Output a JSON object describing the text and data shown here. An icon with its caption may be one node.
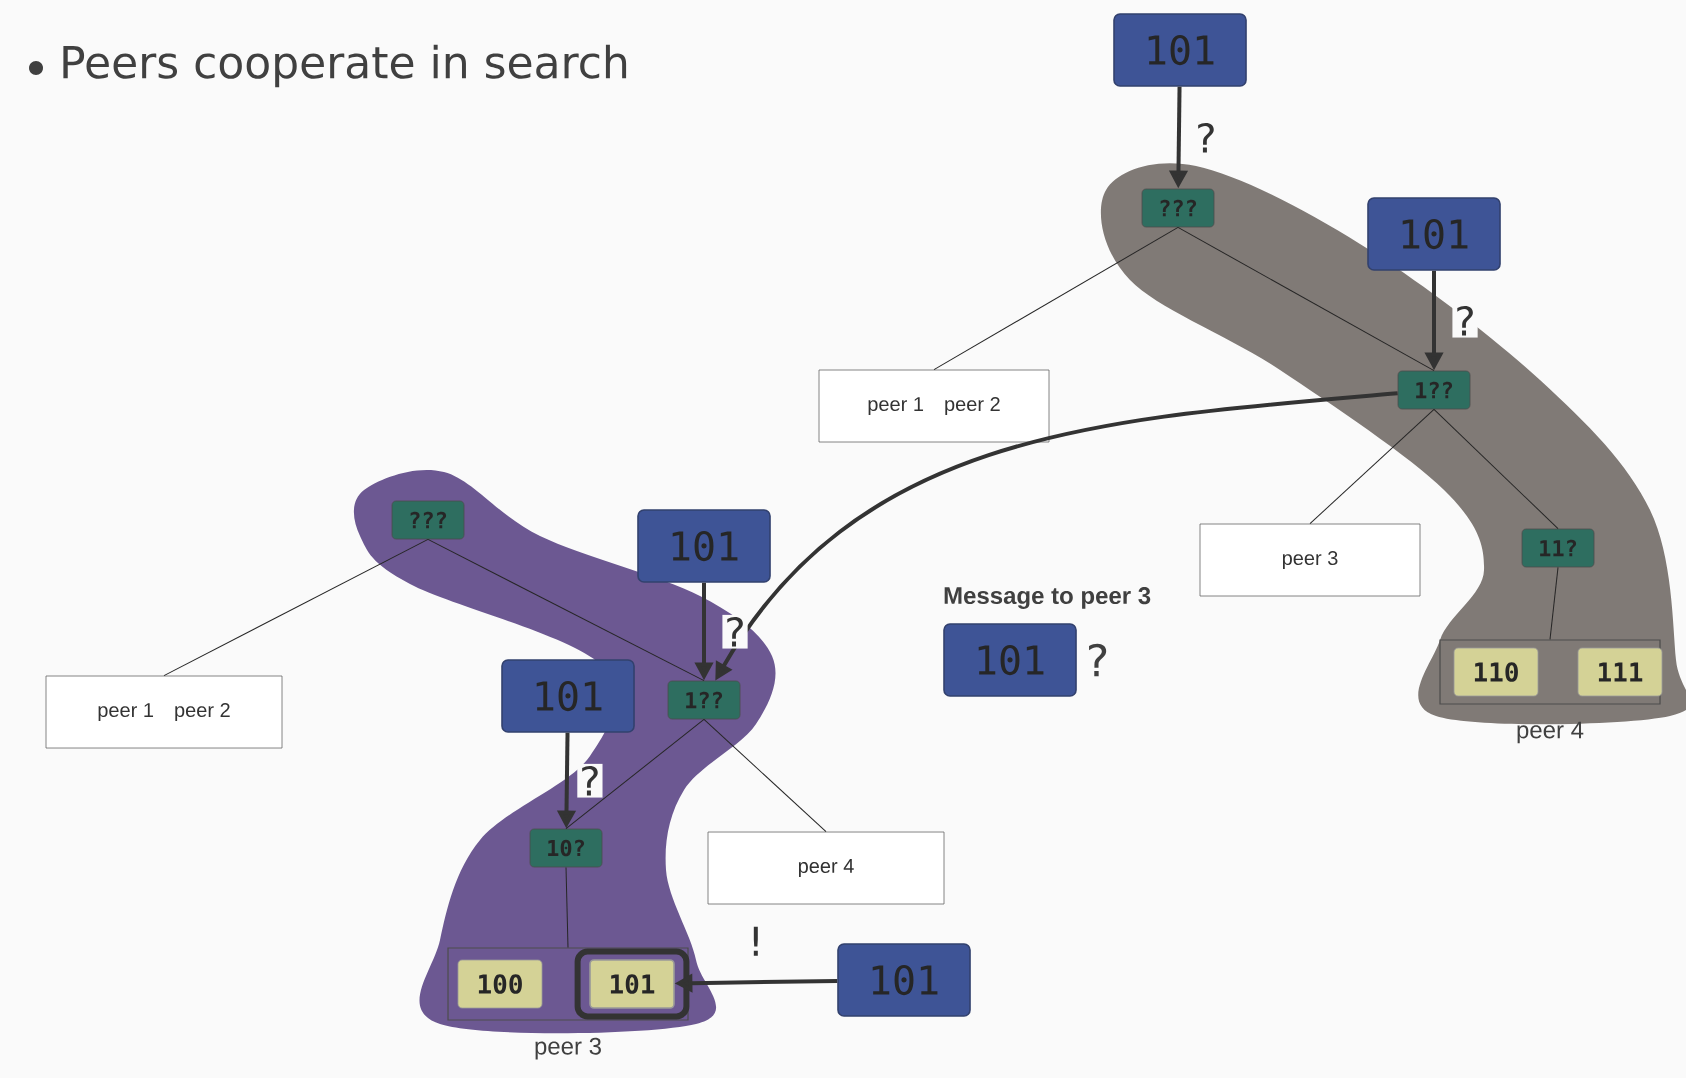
{
  "diagram": {
    "title": "Peers cooperate in search",
    "nodes": [
      {
        "text": [
          "101"
        ]
      },
      {
        "text": [
          "???"
        ]
      },
      {
        "text": [
          "101"
        ]
      },
      {
        "text": [
          "1??"
        ]
      },
      {
        "text": [
          "peer 1",
          "peer 2"
        ]
      },
      {
        "text": [
          "peer 3"
        ]
      },
      {
        "text": [
          "11?"
        ]
      },
      {
        "text": [],
        "shape": "box",
        "beside": [
          "peer 4"
        ]
      },
      {
        "text": [
          "110"
        ],
        "in": 7
      },
      {
        "text": [
          "111"
        ],
        "in": 7
      },
      {
        "text": [
          "???"
        ]
      },
      {
        "text": [
          "101"
        ]
      },
      {
        "text": [
          "1??"
        ]
      },
      {
        "text": [
          "peer 1",
          "peer 2"
        ]
      },
      {
        "text": [
          "101"
        ]
      },
      {
        "text": [
          "10?"
        ]
      },
      {
        "text": [
          "peer 4"
        ]
      },
      {
        "text": [],
        "shape": "box",
        "beside": [
          "peer 3"
        ]
      },
      {
        "text": [
          "100"
        ],
        "in": 17
      },
      {
        "text": [
          "101"
        ],
        "in": 17
      },
      {
        "text": [
          "101"
        ]
      },
      {
        "text": [
          "101"
        ],
        "beside": [
          "?"
        ]
      }
    ],
    "edges": [
      {
        "from": 0,
        "to": 1,
        "arrow": "to",
        "style": "thick",
        "label": "?"
      },
      {
        "from": 2,
        "to": 3,
        "arrow": "to",
        "style": "thick",
        "label": "?"
      },
      {
        "from": 1,
        "to": 4,
        "arrow": "none"
      },
      {
        "from": 1,
        "to": 3,
        "arrow": "none"
      },
      {
        "from": 3,
        "to": 5,
        "arrow": "none"
      },
      {
        "from": 3,
        "to": 6,
        "arrow": "none"
      },
      {
        "from": 6,
        "to": 7,
        "arrow": "none"
      },
      {
        "from": 3,
        "to": 12,
        "arrow": "to",
        "style": "thick"
      },
      {
        "from": 11,
        "to": 12,
        "arrow": "to",
        "style": "thick",
        "label": "?"
      },
      {
        "from": 10,
        "to": 13,
        "arrow": "none"
      },
      {
        "from": 10,
        "to": 12,
        "arrow": "none"
      },
      {
        "from": 14,
        "to": 15,
        "arrow": "to",
        "style": "thick",
        "label": "?"
      },
      {
        "from": 12,
        "to": 15,
        "arrow": "none"
      },
      {
        "from": 12,
        "to": 16,
        "arrow": "none"
      },
      {
        "from": 15,
        "to": 17,
        "arrow": "none"
      },
      {
        "from": 20,
        "to": 19,
        "arrow": "to",
        "style": "thick",
        "label": "!"
      }
    ],
    "labels": [
      "Message to peer 3"
    ]
  }
}
